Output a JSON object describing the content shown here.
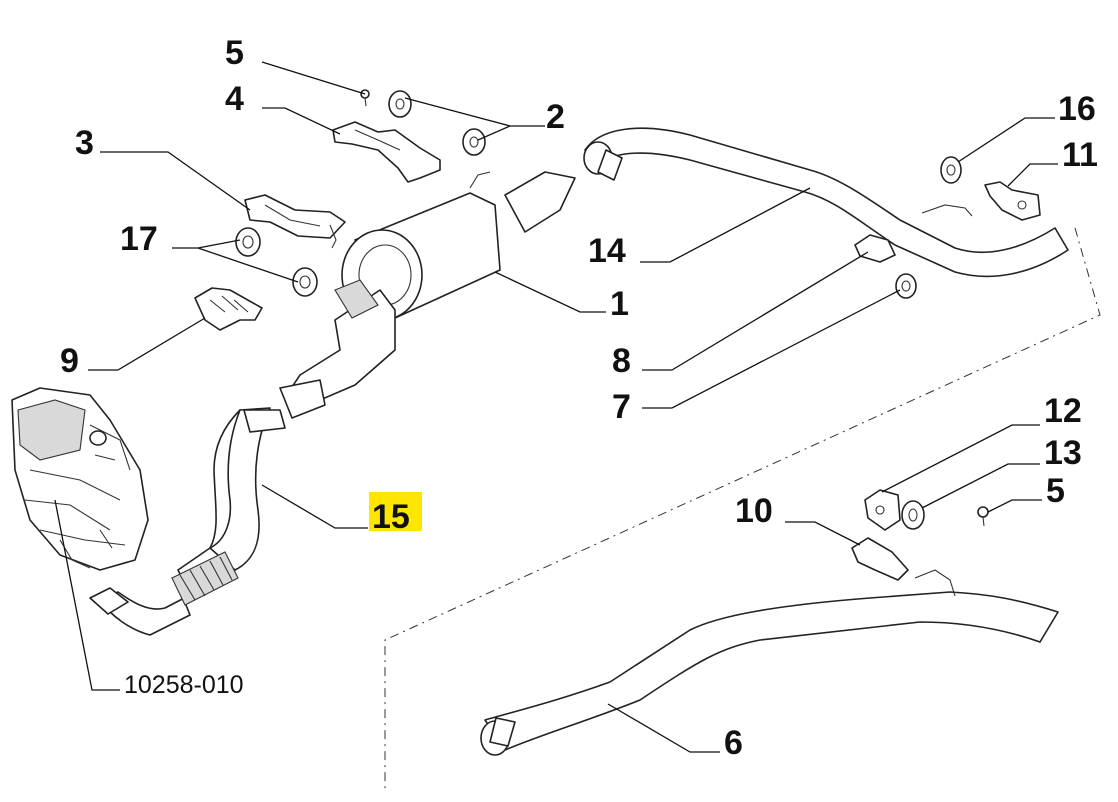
{
  "callouts": {
    "c1": "1",
    "c2": "2",
    "c3": "3",
    "c4": "4",
    "c5_top": "5",
    "c5_right": "5",
    "c6": "6",
    "c7": "7",
    "c8": "8",
    "c9": "9",
    "c10": "10",
    "c11": "11",
    "c12": "12",
    "c13": "13",
    "c14": "14",
    "c15": "15",
    "c16": "16",
    "c17": "17"
  },
  "reference_code": "10258-010",
  "colors": {
    "highlight": "#ffe600",
    "ink": "#111111"
  }
}
